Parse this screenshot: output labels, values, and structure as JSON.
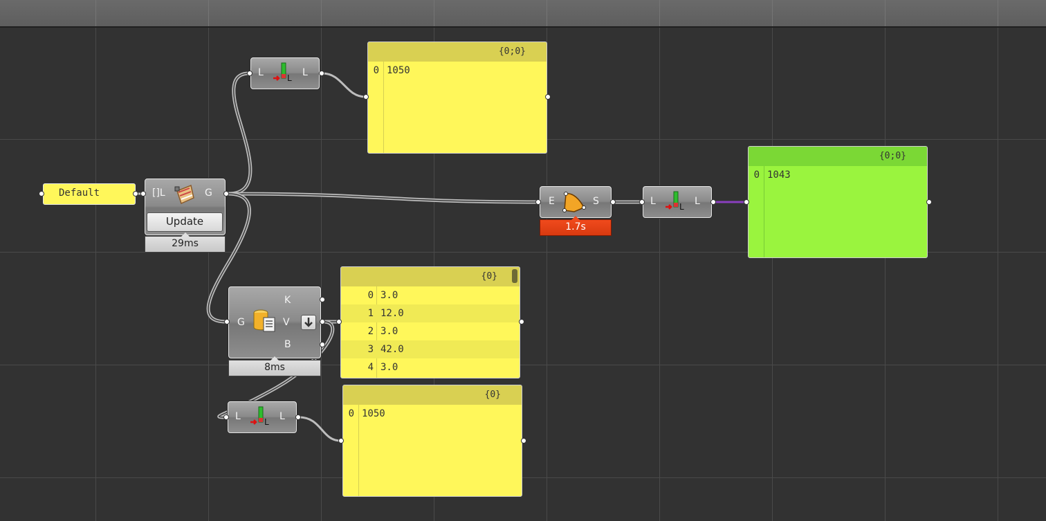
{
  "default_param": {
    "text": "Default"
  },
  "component_a": {
    "input": "[]L",
    "output": "G",
    "button_label": "Update",
    "timer": "29ms"
  },
  "list_length_top": {
    "input": "L",
    "output": "L"
  },
  "panel_top": {
    "header": "{0;0}",
    "rows": [
      {
        "idx": "0",
        "val": "1050"
      }
    ]
  },
  "component_es": {
    "input": "E",
    "output": "S",
    "timer": "1.7s"
  },
  "list_length_right": {
    "input": "L",
    "output": "L"
  },
  "panel_green": {
    "header": "{0;0}",
    "rows": [
      {
        "idx": "0",
        "val": "1043"
      }
    ]
  },
  "component_kvb": {
    "input": "G",
    "outputs": [
      "K",
      "V",
      "B"
    ],
    "timer": "8ms"
  },
  "panel_list": {
    "header": "{0}",
    "rows": [
      {
        "idx": "0",
        "val": "3.0"
      },
      {
        "idx": "1",
        "val": "12.0"
      },
      {
        "idx": "2",
        "val": "3.0"
      },
      {
        "idx": "3",
        "val": "42.0"
      },
      {
        "idx": "4",
        "val": "3.0"
      }
    ]
  },
  "list_length_bottom": {
    "input": "L",
    "output": "L"
  },
  "panel_bottom": {
    "header": "{0}",
    "rows": [
      {
        "idx": "0",
        "val": "1050"
      }
    ]
  },
  "colors": {
    "canvas": "#323232",
    "panel_yellow": "#fff75a",
    "panel_green": "#9af43e",
    "timer_error": "#e8431a",
    "wire_selected": "#8a3fbf"
  }
}
